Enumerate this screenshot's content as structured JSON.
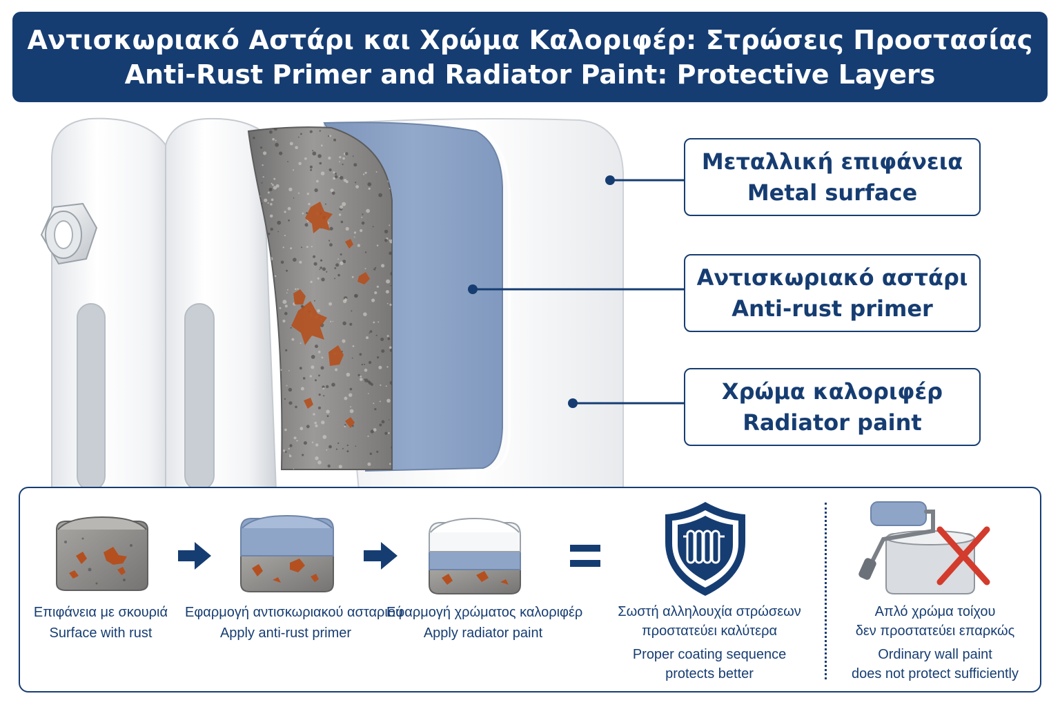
{
  "header": {
    "title_el": "Αντισκωριακό Αστάρι και Χρώμα Καλοριφέρ: Στρώσεις Προστασίας",
    "title_en": "Anti-Rust Primer and Radiator Paint: Protective Layers"
  },
  "labels": [
    {
      "el": "Μεταλλική επιφάνεια",
      "en": "Metal surface"
    },
    {
      "el": "Αντισκωριακό αστάρι",
      "en": "Anti-rust primer"
    },
    {
      "el": "Χρώμα καλοριφέρ",
      "en": "Radiator paint"
    }
  ],
  "steps": [
    {
      "el": "Επιφάνεια με σκουριά",
      "en": "Surface with rust"
    },
    {
      "el": "Εφαρμογή αντισκωριακού ασταριού",
      "en": "Apply anti-rust primer"
    },
    {
      "el": "Εφαρμογή χρώματος καλοριφέρ",
      "en": "Apply radiator paint"
    }
  ],
  "result": {
    "el_line1": "Σωστή αλληλουχία στρώσεων",
    "el_line2": "προστατεύει καλύτερα",
    "en_line1": "Proper coating sequence",
    "en_line2": "protects better"
  },
  "warning": {
    "el_line1": "Απλό χρώμα τοίχου",
    "el_line2": "δεν προστατεύει επαρκώς",
    "en_line1": "Ordinary wall paint",
    "en_line2": "does not protect sufficiently"
  },
  "icons": [
    "right-arrow-icon",
    "equals-icon",
    "shield-radiator-icon",
    "paint-roller-icon",
    "cross-mark-icon"
  ],
  "colors": {
    "navy": "#163d72",
    "primer_blue": "#8ea5c8",
    "rust": "#b4501f",
    "metal_gray": "#8d8d8d",
    "paint_white": "#f4f5f7",
    "cross_red": "#d33b2c"
  }
}
